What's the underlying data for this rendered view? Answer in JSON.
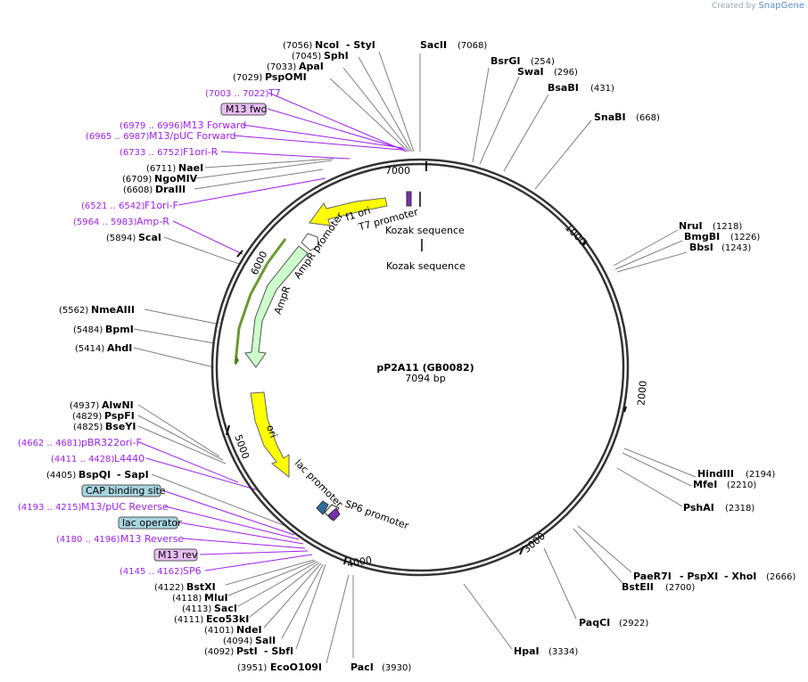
{
  "credit": {
    "prefix": "Created by",
    "brand": "SnapGene"
  },
  "plasmid": {
    "name": "pP2A11  (GB0082)",
    "length_label": "7094 bp",
    "length": 7094
  },
  "ticks": [
    "1000",
    "2000",
    "3000",
    "4000",
    "5000",
    "6000",
    "7000"
  ],
  "features": {
    "f1ori": "f1 ori",
    "t7promoter": "T7 promoter",
    "kozak1": "Kozak sequence",
    "kozak2": "Kozak sequence",
    "amprpromoter": "AmpR promoter",
    "ampr": "AmpR",
    "ori": "ori",
    "lacpromoter": "lac promoter",
    "sp6promoter": "SP6 promoter"
  },
  "sites": {
    "ncoi": {
      "pos": "(7056)",
      "name": "NcoI",
      "extra": "- StyI"
    },
    "sphi": {
      "pos": "(7045)",
      "name": "SphI"
    },
    "apai": {
      "pos": "(7033)",
      "name": "ApaI"
    },
    "pspomi": {
      "pos": "(7029)",
      "name": "PspOMI"
    },
    "sacii": {
      "name": "SacII",
      "pos": "(7068)"
    },
    "bsrgi": {
      "name": "BsrGI",
      "pos": "(254)"
    },
    "swai": {
      "name": "SwaI",
      "pos": "(296)"
    },
    "bsabi": {
      "name": "BsaBI",
      "pos": "(431)"
    },
    "snabi": {
      "name": "SnaBI",
      "pos": "(668)"
    },
    "nrui": {
      "name": "NruI",
      "pos": "(1218)"
    },
    "bmgbi": {
      "name": "BmgBI",
      "pos": "(1226)"
    },
    "bbsi": {
      "name": "BbsI",
      "pos": "(1243)"
    },
    "hindiii": {
      "name": "HindIII",
      "pos": "(2194)"
    },
    "mfei": {
      "name": "MfeI",
      "pos": "(2210)"
    },
    "pshai": {
      "name": "PshAI",
      "pos": "(2318)"
    },
    "paer7i": {
      "name": "PaeR7I",
      "extra1": "- PspXI",
      "extra2": "- XhoI",
      "pos": "(2666)"
    },
    "bsteii": {
      "name": "BstEII",
      "pos": "(2700)"
    },
    "paqci": {
      "name": "PaqCI",
      "pos": "(2922)"
    },
    "hpai": {
      "name": "HpaI",
      "pos": "(3334)"
    },
    "paci": {
      "name": "PacI",
      "pos": "(3930)"
    },
    "eco0109i": {
      "pos": "(3951)",
      "name": "EcoO109I"
    },
    "psti": {
      "pos": "(4092)",
      "name": "PstI",
      "extra": "- SbfI"
    },
    "sali": {
      "pos": "(4094)",
      "name": "SalI"
    },
    "ndei": {
      "pos": "(4101)",
      "name": "NdeI"
    },
    "eco53ki": {
      "pos": "(4111)",
      "name": "Eco53kI"
    },
    "saci": {
      "pos": "(4113)",
      "name": "SacI"
    },
    "mlui": {
      "pos": "(4118)",
      "name": "MluI"
    },
    "bstxi": {
      "pos": "(4122)",
      "name": "BstXI"
    },
    "bspqi": {
      "pos": "(4405)",
      "name": "BspQI",
      "extra": "- SapI"
    },
    "bseyi": {
      "pos": "(4825)",
      "name": "BseYI"
    },
    "pspfi": {
      "pos": "(4829)",
      "name": "PspFI"
    },
    "alwni": {
      "pos": "(4937)",
      "name": "AlwNI"
    },
    "ahdi": {
      "pos": "(5414)",
      "name": "AhdI"
    },
    "bpmi": {
      "pos": "(5484)",
      "name": "BpmI"
    },
    "nmeaiii": {
      "pos": "(5562)",
      "name": "NmeAIII"
    },
    "scai": {
      "pos": "(5894)",
      "name": "ScaI"
    },
    "drai": {
      "pos": "(6608)",
      "name": "DraIII"
    },
    "ngomiv": {
      "pos": "(6709)",
      "name": "NgoMIV"
    },
    "naei": {
      "pos": "(6711)",
      "name": "NaeI"
    }
  },
  "primers": {
    "t7": {
      "pos": "(7003 .. 7022)",
      "name": "T7"
    },
    "m13fwd": {
      "label": "M13 fwd"
    },
    "m13forward": {
      "pos": "(6979 .. 6996)",
      "name": "M13 Forward"
    },
    "m13pucforward": {
      "pos": "(6965 .. 6987)",
      "name": "M13/pUC Forward"
    },
    "f1orir": {
      "pos": "(6733 .. 6752)",
      "name": "F1ori-R"
    },
    "f1orif": {
      "pos": "(6521 .. 6542)",
      "name": "F1ori-F"
    },
    "ampr": {
      "pos": "(5964 .. 5983)",
      "name": "Amp-R"
    },
    "pbr322": {
      "pos": "(4662 .. 4681)",
      "name": "pBR322ori-F"
    },
    "l4440": {
      "pos": "(4411 .. 4428)",
      "name": "L4440"
    },
    "cap": {
      "label": "CAP binding site"
    },
    "m13pucreverse": {
      "pos": "(4193 .. 4215)",
      "name": "M13/pUC Reverse"
    },
    "lacop": {
      "label": "lac operator"
    },
    "m13reverse": {
      "pos": "(4180 .. 4196)",
      "name": "M13 Reverse"
    },
    "m13rev": {
      "label": "M13 rev"
    },
    "sp6": {
      "pos": "(4145 .. 4162)",
      "name": "SP6"
    }
  },
  "colors": {
    "primer": "#a020f0",
    "ori": "#ffff00",
    "ampr": "#ccffcc",
    "box_purple": "#e8bdf5",
    "box_blue": "#a8d4e0",
    "leader": "#808080",
    "backbone": "#333333"
  }
}
